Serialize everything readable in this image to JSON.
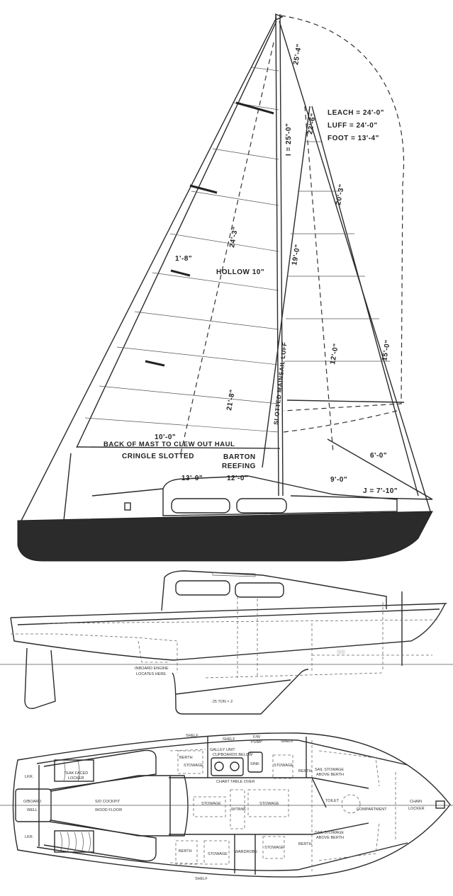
{
  "sail_plan": {
    "leach": "LEACH = 24'-0\"",
    "luff": "LUFF  = 24'-0\"",
    "foot": "FOOT = 13'-4\"",
    "dim_i": "I = 25'-0\"",
    "dim_25_4": "25'-4\"",
    "dim_22_6": "22'-6\"",
    "dim_20_3": "20'-3\"",
    "dim_24_3": "24'-3\"",
    "dim_19_0": "19'-0\"",
    "dim_15_0": "15'-0\"",
    "dim_12_0_jib": "12'-0\"",
    "dim_21_8": "21'-8\"",
    "dim_1_8": "1'-8\"",
    "hollow": "HOLLOW 10\"",
    "slotted_mainsail": "SLOTTED MAINSAIL LUFF",
    "dim_10_0": "10'-0\"",
    "back_of_mast": "BACK OF MAST TO CLEW OUT HAUL",
    "cringle": "CRINGLE SLOTTED",
    "barton_1": "BARTON",
    "barton_2": "REEFING",
    "dim_13_9": "13'-9\"",
    "dim_12_0": "12'-0\"",
    "dim_6_0": "6'-0\"",
    "dim_9_0": "9'-0\"",
    "dim_j": "J = 7'-10\""
  },
  "profile": {
    "engine_1": "INBOARD ENGINE",
    "engine_2": "LOCATES HERE",
    "keel": "·25 TON × 2"
  },
  "plan": {
    "lkr_top": "LKR.",
    "lkr_bottom": "LKR.",
    "oboard_1": "O/BOARD",
    "oboard_2": "WELL",
    "teak_1": "TEAK FACED",
    "teak_2": "LOCKER",
    "cockpit_1": "S/D COCKPIT",
    "cockpit_2": "WOOD FLOOR",
    "shelf_1": "SHELF",
    "shelf_2": "SHELF",
    "shelf_3": "SHELF",
    "shelf_4": "SHELF",
    "pump_1": "F/W",
    "pump_2": "PUMP",
    "galley_1": "GALLEY UNIT",
    "galley_2": "CUPBOARDS BELOW",
    "sink": "SINK",
    "berth_tl": "BERTH",
    "stowage_tl": "STOWAGE",
    "stowage_tr": "STOWAGE",
    "berth_tr": "BERTH",
    "sail_top_1": "SAIL STOWAGE",
    "sail_top_2": "ABOVE BERTH",
    "chart": "CHART TABLE OVER",
    "stowage_cl": "STOWAGE",
    "wtank": "W/TANK",
    "stowage_cr": "STOWAGE",
    "toilet": "TOILET",
    "compartment": "COMPARTMENT",
    "chain_1": "CHAIN",
    "chain_2": "LOCKER",
    "berth_bl": "BERTH",
    "stowage_bl": "STOWAGE",
    "wardrobe": "WARDROBE",
    "stowage_br": "STOWAGE",
    "berth_br": "BERTH",
    "sail_bot_1": "SAIL STOWAGE",
    "sail_bot_2": "ABOVE BERTH"
  }
}
